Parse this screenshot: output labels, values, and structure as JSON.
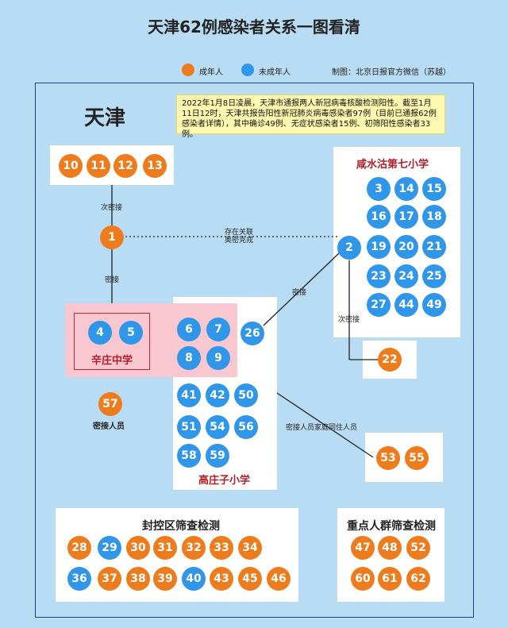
{
  "title": "天津62例感染者关系一图看清",
  "legend": {
    "adult_label": "成年人",
    "minor_label": "未成年人",
    "credit": "制图：北京日报官方微信（苏越）",
    "adult_color": "#ee7b1c",
    "minor_color": "#2f96ea"
  },
  "region_label": "天津",
  "note": "2022年1月8日凌晨，天津市通报两人新冠病毒核酸检测阳性。截至1月11日12时，天津共报告阳性新冠肺炎病毒感染者97例（目前已通报62例感染者详情），其中确诊49例、无症状感染者15例、初筛阳性感染者33例。",
  "groups": {
    "xianshuigu": "咸水沽第七小学",
    "xinzhuang": "辛庄中学",
    "gaozhuangzi": "高庄子小学",
    "close_contact": "密接人员",
    "fengkong": "封控区筛查检测",
    "zhongdian": "重点人群筛查检测"
  },
  "edge_labels": {
    "secondary_contact_1": "次密接",
    "close_contact_1": "密接",
    "omicron_link": "存在关联\n奥密克戎",
    "close_contact_2": "密接",
    "secondary_contact_2": "次密接",
    "family_contact": "密接人员家庭同住人员"
  },
  "cases": [
    {
      "id": "10",
      "type": "adult"
    },
    {
      "id": "11",
      "type": "adult"
    },
    {
      "id": "12",
      "type": "adult"
    },
    {
      "id": "13",
      "type": "adult"
    },
    {
      "id": "1",
      "type": "adult"
    },
    {
      "id": "2",
      "type": "minor"
    },
    {
      "id": "3",
      "type": "minor"
    },
    {
      "id": "14",
      "type": "minor"
    },
    {
      "id": "15",
      "type": "minor"
    },
    {
      "id": "16",
      "type": "minor"
    },
    {
      "id": "17",
      "type": "minor"
    },
    {
      "id": "18",
      "type": "minor"
    },
    {
      "id": "19",
      "type": "minor"
    },
    {
      "id": "20",
      "type": "minor"
    },
    {
      "id": "21",
      "type": "minor"
    },
    {
      "id": "23",
      "type": "minor"
    },
    {
      "id": "24",
      "type": "minor"
    },
    {
      "id": "25",
      "type": "minor"
    },
    {
      "id": "27",
      "type": "minor"
    },
    {
      "id": "44",
      "type": "minor"
    },
    {
      "id": "49",
      "type": "minor"
    },
    {
      "id": "22",
      "type": "adult"
    },
    {
      "id": "4",
      "type": "minor"
    },
    {
      "id": "5",
      "type": "minor"
    },
    {
      "id": "6",
      "type": "minor"
    },
    {
      "id": "7",
      "type": "minor"
    },
    {
      "id": "8",
      "type": "minor"
    },
    {
      "id": "9",
      "type": "minor"
    },
    {
      "id": "26",
      "type": "minor"
    },
    {
      "id": "41",
      "type": "minor"
    },
    {
      "id": "42",
      "type": "minor"
    },
    {
      "id": "50",
      "type": "minor"
    },
    {
      "id": "51",
      "type": "minor"
    },
    {
      "id": "54",
      "type": "minor"
    },
    {
      "id": "56",
      "type": "minor"
    },
    {
      "id": "58",
      "type": "minor"
    },
    {
      "id": "59",
      "type": "minor"
    },
    {
      "id": "57",
      "type": "adult"
    },
    {
      "id": "53",
      "type": "adult"
    },
    {
      "id": "55",
      "type": "adult"
    },
    {
      "id": "28",
      "type": "adult"
    },
    {
      "id": "29",
      "type": "minor"
    },
    {
      "id": "30",
      "type": "adult"
    },
    {
      "id": "31",
      "type": "adult"
    },
    {
      "id": "32",
      "type": "adult"
    },
    {
      "id": "33",
      "type": "adult"
    },
    {
      "id": "34",
      "type": "adult"
    },
    {
      "id": "36",
      "type": "minor"
    },
    {
      "id": "37",
      "type": "adult"
    },
    {
      "id": "38",
      "type": "adult"
    },
    {
      "id": "39",
      "type": "adult"
    },
    {
      "id": "40",
      "type": "minor"
    },
    {
      "id": "43",
      "type": "adult"
    },
    {
      "id": "45",
      "type": "adult"
    },
    {
      "id": "46",
      "type": "adult"
    },
    {
      "id": "47",
      "type": "adult"
    },
    {
      "id": "48",
      "type": "adult"
    },
    {
      "id": "52",
      "type": "adult"
    },
    {
      "id": "60",
      "type": "adult"
    },
    {
      "id": "61",
      "type": "adult"
    },
    {
      "id": "62",
      "type": "adult"
    }
  ]
}
